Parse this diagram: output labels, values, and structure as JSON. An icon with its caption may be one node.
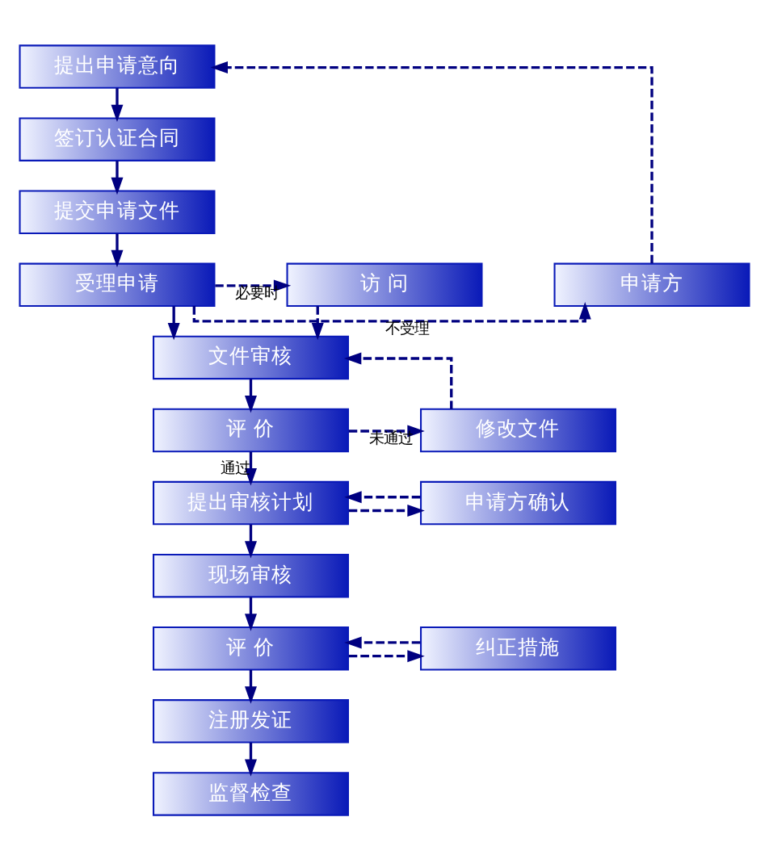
{
  "diagram": {
    "nodes": [
      {
        "text": [
          "提出申请意向"
        ]
      },
      {
        "text": [
          "签订认证合同"
        ]
      },
      {
        "text": [
          "提交申请文件"
        ]
      },
      {
        "text": [
          "申请方"
        ]
      },
      {
        "text": [
          "受理申请"
        ]
      },
      {
        "text": [
          "访 问"
        ]
      },
      {
        "text": [
          "文件审核"
        ]
      },
      {
        "text": [
          "修改文件"
        ]
      },
      {
        "text": [
          "评 价"
        ]
      },
      {
        "text": [
          "申请方确认"
        ]
      },
      {
        "text": [
          "提出审核计划"
        ]
      },
      {
        "text": [
          "现场审核"
        ]
      },
      {
        "text": [
          "纠正措施"
        ]
      },
      {
        "text": [
          "评 价"
        ]
      },
      {
        "text": [
          "注册发证"
        ]
      },
      {
        "text": [
          "监督检查"
        ]
      }
    ],
    "edges": [
      {
        "from": 0,
        "to": 1,
        "arrow": "to"
      },
      {
        "from": 1,
        "to": 2,
        "arrow": "to"
      },
      {
        "from": 2,
        "to": 4,
        "arrow": "to"
      },
      {
        "from": 4,
        "to": 3,
        "arrow": "to",
        "label": "不受理",
        "style": "dashed"
      },
      {
        "from": 3,
        "to": 0,
        "arrow": "to",
        "style": "dashed"
      },
      {
        "from": 4,
        "to": 5,
        "arrow": "to",
        "label": "必要时",
        "style": "dashed"
      },
      {
        "from": 4,
        "to": 6,
        "arrow": "to"
      },
      {
        "from": 5,
        "to": 6,
        "arrow": "to",
        "style": "dashed"
      },
      {
        "from": 6,
        "to": 8,
        "arrow": "to"
      },
      {
        "from": 8,
        "to": 7,
        "arrow": "to",
        "label": "未通过",
        "style": "dashed"
      },
      {
        "from": 7,
        "to": 6,
        "arrow": "to",
        "style": "dashed"
      },
      {
        "from": 8,
        "to": 10,
        "arrow": "to",
        "label": "通过"
      },
      {
        "from": 10,
        "to": 9,
        "arrow": "to",
        "style": "dashed"
      },
      {
        "from": 9,
        "to": 10,
        "arrow": "to",
        "style": "dashed"
      },
      {
        "from": 10,
        "to": 11,
        "arrow": "to"
      },
      {
        "from": 11,
        "to": 13,
        "arrow": "to"
      },
      {
        "from": 13,
        "to": 12,
        "arrow": "to",
        "style": "dashed"
      },
      {
        "from": 12,
        "to": 13,
        "arrow": "to",
        "style": "dashed"
      },
      {
        "from": 13,
        "to": 14,
        "arrow": "to"
      },
      {
        "from": 14,
        "to": 15,
        "arrow": "to"
      }
    ]
  }
}
